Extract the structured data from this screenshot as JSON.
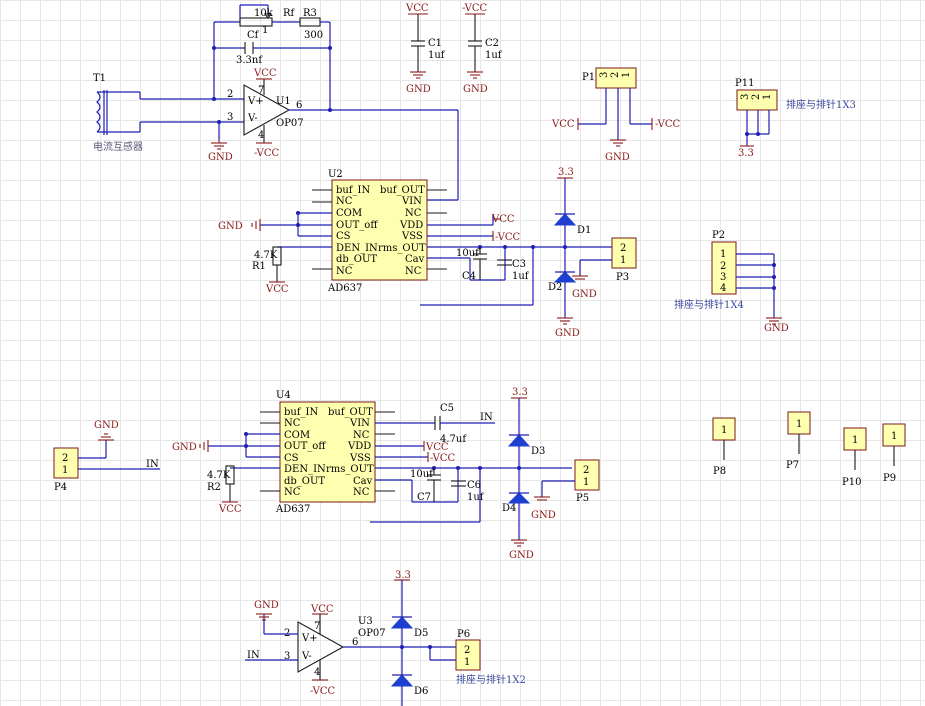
{
  "op_amps": [
    {
      "ref": "U1",
      "part": "OP07",
      "pos": "VCC",
      "neg": "-VCC",
      "pin_in_neg": "2",
      "pin_in_pos": "3",
      "pin_out": "6",
      "pin_vp": "7",
      "pin_vm": "4",
      "vp": "V+",
      "vm": "V-"
    },
    {
      "ref": "U3",
      "part": "OP07",
      "pos": "VCC",
      "neg": "-VCC",
      "pin_in_neg": "2",
      "pin_in_pos": "3",
      "pin_out": "6",
      "pin_vp": "7",
      "pin_vm": "4",
      "vp": "V+",
      "vm": "V-"
    }
  ],
  "ad637": [
    {
      "ref": "U2",
      "part": "AD637",
      "left_pins": [
        "buf_IN",
        "NC",
        "COM",
        "OUT_off",
        "CS",
        "DEN_IN",
        "db_OUT",
        "NC"
      ],
      "right_pins": [
        "buf_OUT",
        "VIN",
        "NC",
        "VDD",
        "VSS",
        "rms_OUT",
        "Cav",
        "NC"
      ]
    },
    {
      "ref": "U4",
      "part": "AD637",
      "left_pins": [
        "buf_IN",
        "NC",
        "COM",
        "OUT_off",
        "CS",
        "DEN_IN",
        "db_OUT",
        "NC"
      ],
      "right_pins": [
        "buf_OUT",
        "VIN",
        "NC",
        "VDD",
        "VSS",
        "rms_OUT",
        "Cav",
        "NC"
      ]
    }
  ],
  "transformer": {
    "ref": "T1",
    "label": "电流互感器"
  },
  "passives": {
    "pot": "10k",
    "pot_tap": "1",
    "rf": "Rf",
    "r3": "R3",
    "r3v": "300",
    "cf": "Cf",
    "cfv": "3.3nf",
    "c1": "C1",
    "c1v": "1uf",
    "c2": "C2",
    "c2v": "1uf",
    "r1": "R1",
    "r1v": "4.7K",
    "r2": "R2",
    "r2v": "4.7K",
    "c3": "C3",
    "c3v": "1uf",
    "c4": "C4",
    "c4v": "10uf",
    "c5": "C5",
    "c5v": "4.7uf",
    "c6": "C6",
    "c6v": "1uf",
    "c7": "C7",
    "c7v": "10uf"
  },
  "diodes": [
    "D1",
    "D2",
    "D3",
    "D4",
    "D5",
    "D6"
  ],
  "connectors": {
    "p1": {
      "ref": "P1",
      "pins": [
        "3",
        "2",
        "1"
      ]
    },
    "p11": {
      "ref": "P11",
      "pins": [
        "3",
        "2",
        "1"
      ],
      "desc": "排座与排针1X3"
    },
    "p2": {
      "ref": "P2",
      "pins": [
        "1",
        "2",
        "3",
        "4"
      ],
      "desc": "排座与排针1X4"
    },
    "p3": {
      "ref": "P3",
      "pins": [
        "2",
        "1"
      ]
    },
    "p4": {
      "ref": "P4",
      "pins": [
        "2",
        "1"
      ]
    },
    "p5": {
      "ref": "P5",
      "pins": [
        "2",
        "1"
      ]
    },
    "p6": {
      "ref": "P6",
      "pins": [
        "2",
        "1"
      ],
      "desc": "排座与排针1X2"
    },
    "p7": {
      "ref": "P7",
      "pin": "1"
    },
    "p8": {
      "ref": "P8",
      "pin": "1"
    },
    "p9": {
      "ref": "P9",
      "pin": "1"
    },
    "p10": {
      "ref": "P10",
      "pin": "1"
    }
  },
  "nets": {
    "vcc": "VCC",
    "nvcc": "-VCC",
    "gnd": "GND",
    "v33": "3.3",
    "in": "IN"
  },
  "colors": {
    "wire": "#1f1fb4",
    "component_body": "#ffffb0",
    "power_port": "#8b1a1a",
    "diode": "#1f3fd0",
    "grid": "#e6e6e6"
  }
}
